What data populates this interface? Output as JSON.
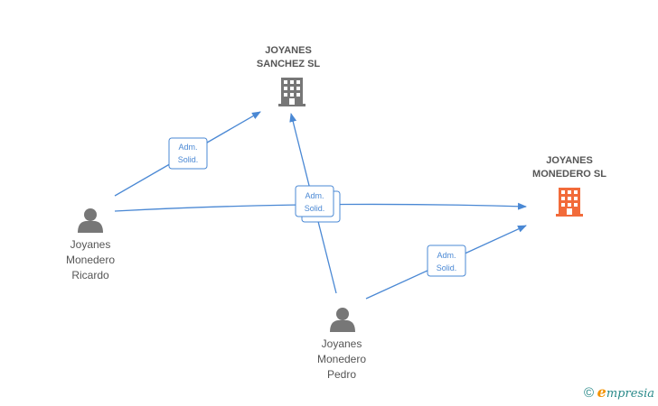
{
  "nodes": {
    "sanchez": {
      "line1": "JOYANES",
      "line2": "SANCHEZ SL",
      "color": "#777777"
    },
    "monedero": {
      "line1": "JOYANES",
      "line2": "MONEDERO SL",
      "color": "#f26b3a"
    },
    "ricardo": {
      "line1": "Joyanes",
      "line2": "Monedero",
      "line3": "Ricardo",
      "color": "#777777"
    },
    "pedro": {
      "line1": "Joyanes",
      "line2": "Monedero",
      "line3": "Pedro",
      "color": "#777777"
    }
  },
  "edge_labels": {
    "ricardo_sanchez": {
      "line1": "Adm.",
      "line2": "Solid."
    },
    "center": {
      "line1": "Adm.",
      "line2": "Solid."
    },
    "pedro_monedero": {
      "line1": "Adm.",
      "line2": "Solid."
    }
  },
  "colors": {
    "edge": "#4a88d4",
    "label_border": "#4a88d4",
    "label_text": "#4a88d4"
  },
  "footer": {
    "copyright_symbol": "©",
    "brand_initial": "e",
    "brand_rest": "mpresia"
  }
}
